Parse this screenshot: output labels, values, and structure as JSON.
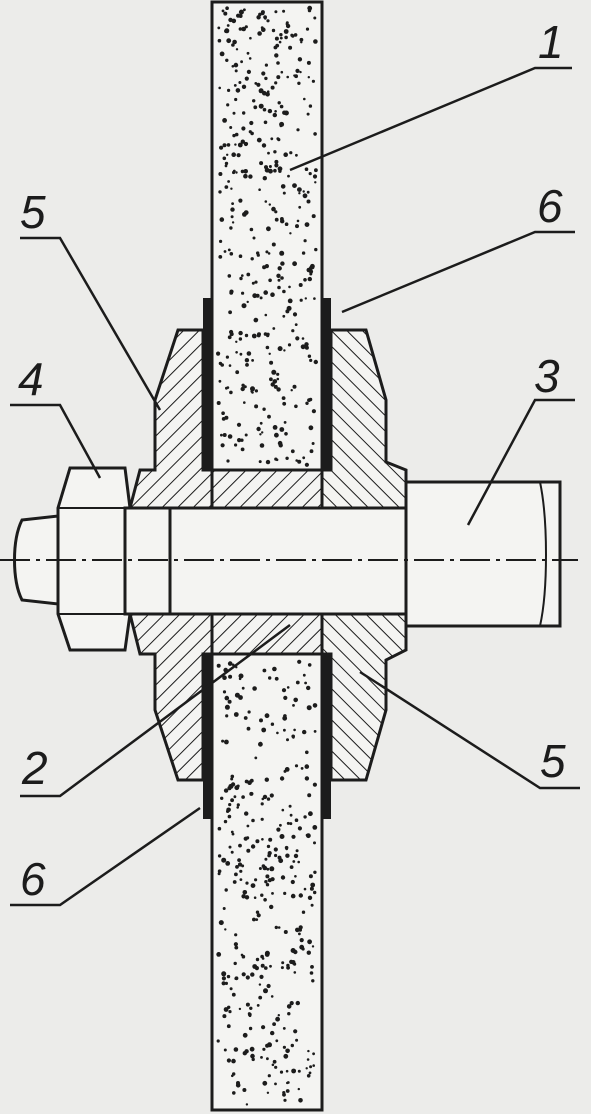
{
  "colors": {
    "paper": "#ececea",
    "ink": "#1c1c1c",
    "abrasive": "#f4f4f2"
  },
  "callouts": {
    "c1": "1",
    "c2": "2",
    "c3": "3",
    "c4": "4",
    "c5_left": "5",
    "c5_right": "5",
    "c6_top": "6",
    "c6_bottom": "6"
  }
}
